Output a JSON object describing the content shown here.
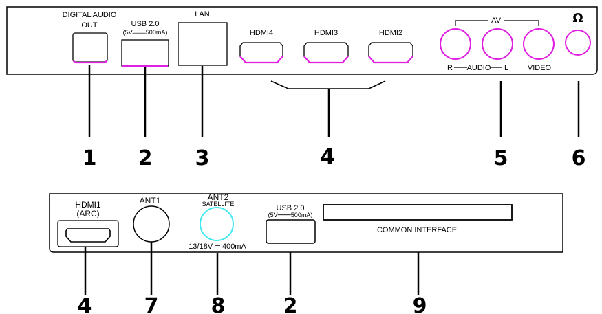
{
  "top_panel": {
    "digital_audio_line1": "DIGITAL AUDIO",
    "digital_audio_line2": "OUT",
    "usb_title": "USB 2.0",
    "usb_spec": "(5V═══500mA)",
    "lan": "LAN",
    "hdmi4": "HDMI4",
    "hdmi3": "HDMI3",
    "hdmi2": "HDMI2",
    "av": "AV",
    "audio_r": "R",
    "audio_mid": "AUDIO",
    "audio_l": "L",
    "video": "VIDEO",
    "headphone_glyph": "Ω"
  },
  "top_numbers": [
    "1",
    "2",
    "3",
    "4",
    "5",
    "6"
  ],
  "bottom_panel": {
    "hdmi1_line1": "HDMI1",
    "hdmi1_line2": "(ARC)",
    "ant1": "ANT1",
    "ant2": "ANT2",
    "satellite": "SATELLITE",
    "ant2_power": "13/18V ═ 400mA",
    "usb_title": "USB 2.0",
    "usb_spec": "(5V═══500mA)",
    "common_interface": "COMMON INTERFACE"
  },
  "bottom_numbers": [
    "4",
    "7",
    "8",
    "2",
    "9"
  ],
  "colors": {
    "port_highlight": "#e020e0",
    "satellite_port": "#40e8f0",
    "outline": "#000000"
  }
}
